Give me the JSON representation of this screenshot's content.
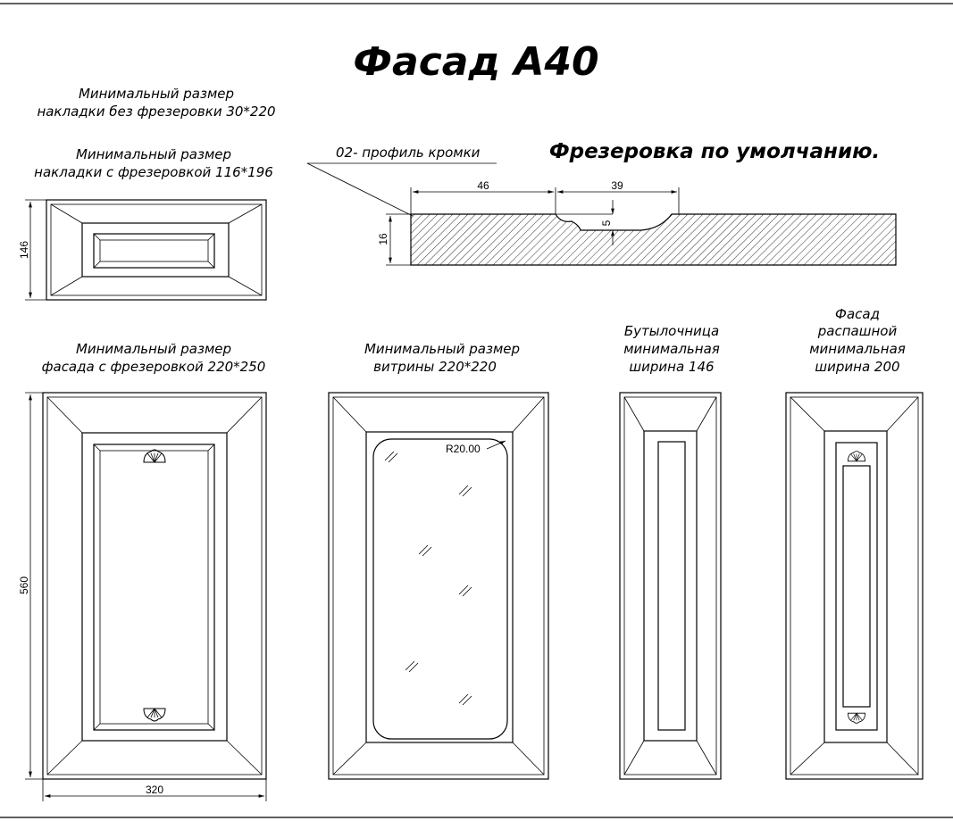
{
  "title": "Фасад А40",
  "labels": {
    "overlay_no_mill": [
      "Минимальный размер",
      "накладки без фрезеровки 30*220"
    ],
    "overlay_mill": [
      "Минимальный размер",
      "накладки с фрезеровкой 116*196"
    ],
    "edge_profile": "02- профиль кромки",
    "default_milling": "Фрезеровка по умолчанию.",
    "facade_mill": [
      "Минимальный размер",
      "фасада с фрезеровкой  220*250"
    ],
    "showcase": [
      "Минимальный размер",
      "витрины 220*220"
    ],
    "bottle": [
      "Бутылочница",
      "минимальная",
      "ширина 146"
    ],
    "swing": [
      "Фасад",
      "распашной",
      "минимальная",
      "ширина 200"
    ]
  },
  "dimensions": {
    "overlay_height": "146",
    "profile_w1": "46",
    "profile_w2": "39",
    "profile_depth": "5",
    "profile_thickness": "16",
    "facade_height": "560",
    "facade_width": "320",
    "glass_radius": "R20.00"
  }
}
